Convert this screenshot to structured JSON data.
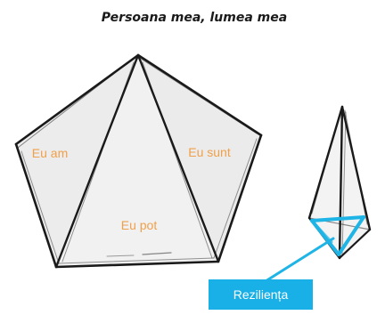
{
  "title": "Persoana mea, lumea mea",
  "pentagon": {
    "labels": {
      "left": "Eu am",
      "right": "Eu sunt",
      "center": "Eu pot"
    }
  },
  "pyramid": {
    "callout": "Reziliența"
  },
  "colors": {
    "sketch": "#1a1a1a",
    "label_orange": "#f0a04b",
    "accent_blue": "#1fb4e6",
    "callout_bg": "#19b0e8",
    "callout_text": "#ffffff"
  }
}
